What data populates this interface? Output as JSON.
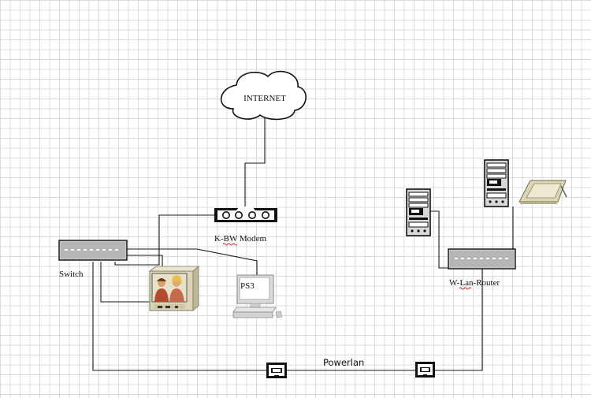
{
  "diagram": {
    "nodes": {
      "internet": {
        "label": "INTERNET",
        "icon": "cloud-icon"
      },
      "modem": {
        "label": "K-BW Modem",
        "icon": "modem-icon"
      },
      "switch": {
        "label": "Switch",
        "icon": "switch-icon"
      },
      "tv": {
        "label": "",
        "icon": "tv-icon"
      },
      "ps3": {
        "label": "PS3",
        "icon": "computer-icon"
      },
      "router": {
        "label": "W-Lan-Router",
        "icon": "router-icon"
      },
      "server_left": {
        "label": "",
        "icon": "server-tower-icon"
      },
      "server_right": {
        "label": "",
        "icon": "server-tower-icon"
      },
      "tablet": {
        "label": "",
        "icon": "tablet-icon"
      },
      "powerlan_left": {
        "label": "",
        "icon": "powerlan-adapter-icon"
      },
      "powerlan_right": {
        "label": "",
        "icon": "powerlan-adapter-icon"
      }
    },
    "links": [
      {
        "from": "internet",
        "to": "modem"
      },
      {
        "from": "modem",
        "to": "switch"
      },
      {
        "from": "switch",
        "to": "ps3"
      },
      {
        "from": "switch",
        "to": "tv"
      },
      {
        "from": "switch",
        "to": "powerlan_left"
      },
      {
        "from": "powerlan_left",
        "to": "powerlan_right",
        "label": "Powerlan"
      },
      {
        "from": "powerlan_right",
        "to": "router"
      },
      {
        "from": "router",
        "to": "server_left"
      },
      {
        "from": "router",
        "to": "server_right"
      }
    ],
    "colors": {
      "wire": "#1a1a1a",
      "device_gray": "#c8c8c8",
      "beige": "#ddd6b4",
      "spellcheck": "#d02020"
    }
  }
}
